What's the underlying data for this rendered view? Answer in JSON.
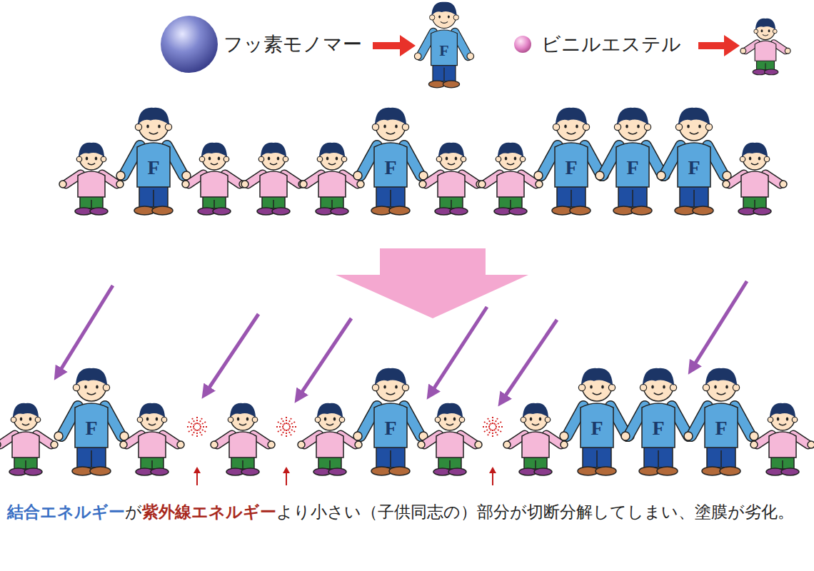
{
  "diagram": {
    "labels": [
      "F",
      "F",
      "F",
      "F",
      "F",
      "F",
      "F",
      "F",
      "F",
      "F",
      "F",
      "結合エネルギー",
      "が",
      "紫外線エネルギー",
      "より小さい（子供同志の）部分が切断分解してしまい、塗膜が劣化。"
    ],
    "legend": [
      {
        "text": "フッ素モノマー"
      },
      {
        "text": "ビニルエステル"
      }
    ]
  }
}
